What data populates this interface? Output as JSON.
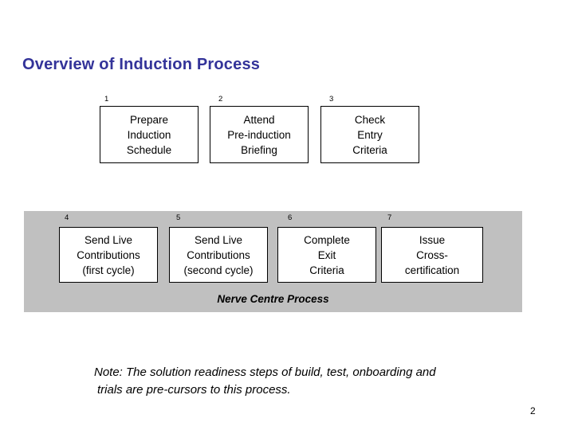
{
  "slide": {
    "title": "Overview of Induction Process",
    "title_color": "#333399",
    "band_color": "#c0c0c0",
    "band_label": "Nerve Centre Process",
    "page_number": "2",
    "note": {
      "line1": "Note:  The solution readiness steps of build, test, onboarding and",
      "line2": "trials are pre-cursors to this process."
    }
  },
  "steps": {
    "top": [
      {
        "number": "1",
        "lines": [
          "Prepare",
          "Induction",
          "Schedule"
        ]
      },
      {
        "number": "2",
        "lines": [
          "Attend",
          "Pre-induction",
          "Briefing"
        ]
      },
      {
        "number": "3",
        "lines": [
          "Check",
          "Entry",
          "Criteria"
        ]
      }
    ],
    "bottom": [
      {
        "number": "4",
        "lines": [
          "Send Live",
          "Contributions",
          "(first cycle)"
        ]
      },
      {
        "number": "5",
        "lines": [
          "Send Live",
          "Contributions",
          "(second cycle)"
        ]
      },
      {
        "number": "6",
        "lines": [
          "Complete",
          "Exit",
          "Criteria"
        ]
      },
      {
        "number": "7",
        "lines": [
          "Issue",
          "Cross-",
          "certification"
        ]
      }
    ]
  }
}
